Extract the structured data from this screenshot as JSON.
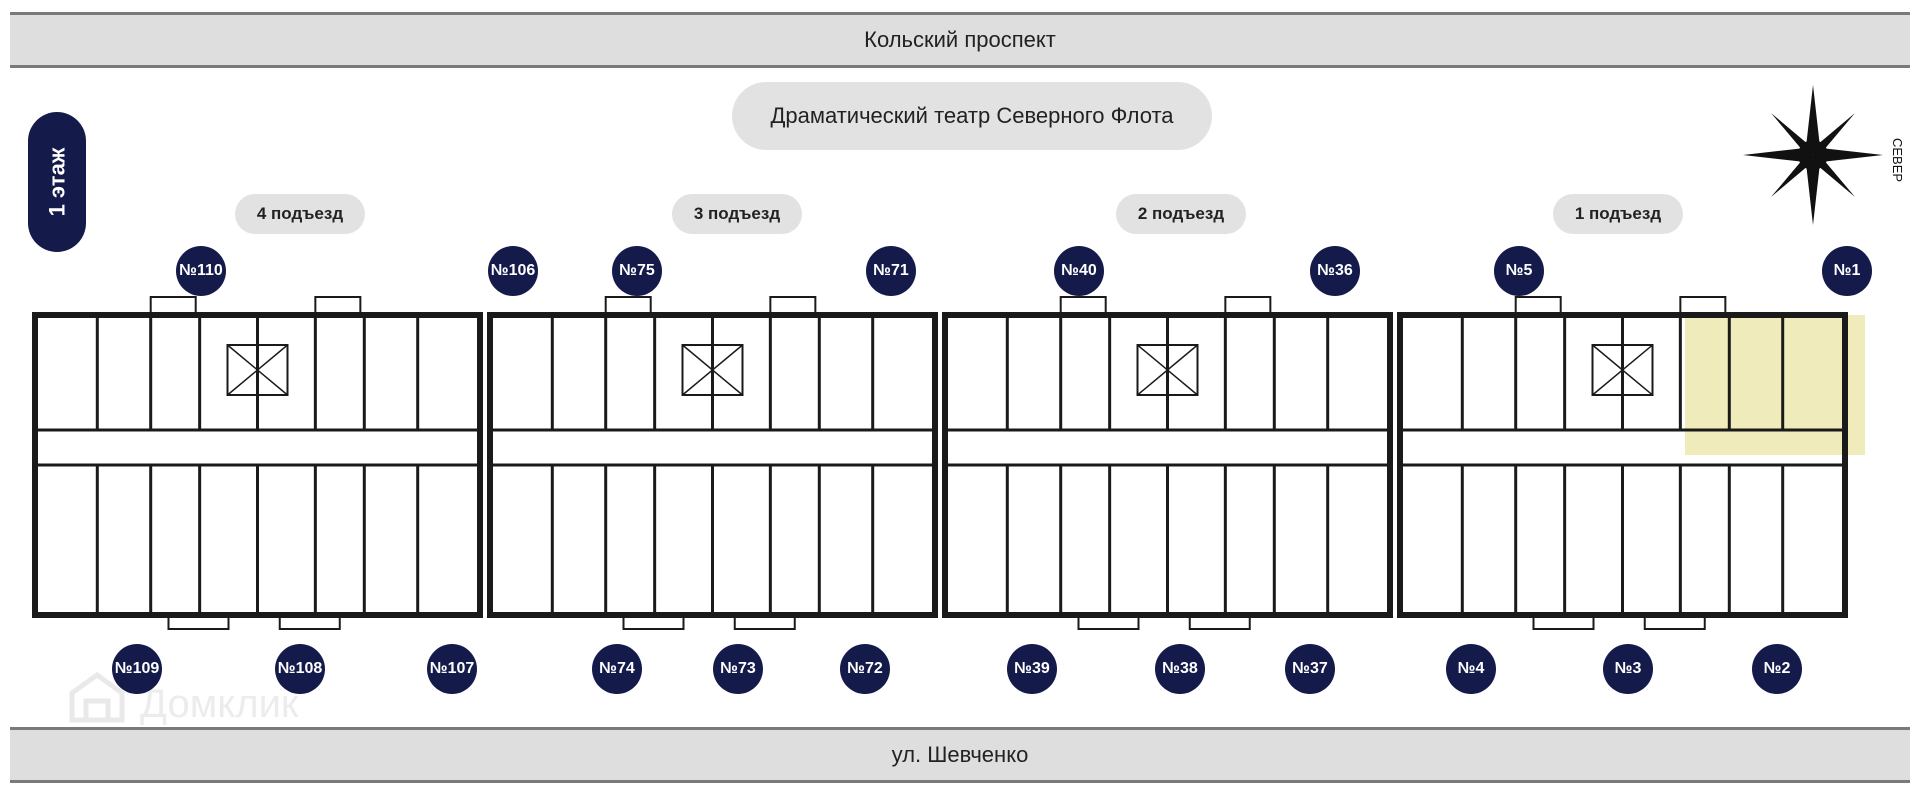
{
  "streets": {
    "top": "Кольский проспект",
    "bottom": "ул. Шевченко"
  },
  "theatre": "Драматический театр Северного Флота",
  "floor_label": "1 этаж",
  "compass_label": "СЕВЕР",
  "watermark": "Домклик",
  "entrances": [
    {
      "id": "e4",
      "label": "4 подъезд"
    },
    {
      "id": "e3",
      "label": "3 подъезд"
    },
    {
      "id": "e2",
      "label": "2 подъезд"
    },
    {
      "id": "e1",
      "label": "1 подъезд"
    }
  ],
  "top_apartments": [
    "№110",
    "№106",
    "№75",
    "№71",
    "№40",
    "№36",
    "№5",
    "№1"
  ],
  "bottom_apartments": [
    "№109",
    "№108",
    "№107",
    "№74",
    "№73",
    "№72",
    "№39",
    "№38",
    "№37",
    "№4",
    "№3",
    "№2"
  ],
  "colors": {
    "navy": "#141a4a",
    "highlight": "#f0ebba",
    "wall": "#1a1a1a",
    "street": "#dedede",
    "pill": "#e2e2e2"
  }
}
